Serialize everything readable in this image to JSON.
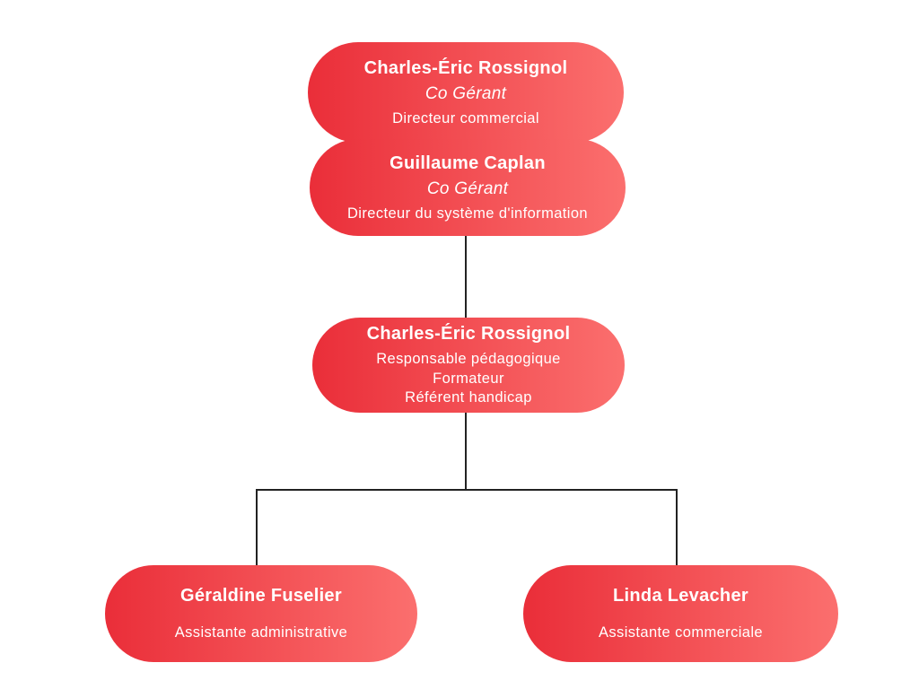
{
  "org_chart": {
    "type": "org-chart",
    "background": "#ffffff",
    "styles": {
      "node_gradient_from": "#ea2e39",
      "node_gradient_to": "#fb6f6e",
      "connector_color": "#222222",
      "text_color": "#ffffff"
    },
    "nodes": [
      {
        "id": "co-gerant-1",
        "name": "Charles-Éric Rossignol",
        "subtitle": "Co Gérant",
        "role": "Directeur commercial"
      },
      {
        "id": "co-gerant-2",
        "name": "Guillaume Caplan",
        "subtitle": "Co Gérant",
        "role": "Directeur du système d'information"
      },
      {
        "id": "responsable-pedagogique",
        "name": "Charles-Éric Rossignol",
        "roles": [
          "Responsable pédagogique",
          "Formateur",
          "Référent handicap"
        ]
      },
      {
        "id": "assistante-administrative",
        "name": "Géraldine Fuselier",
        "role": "Assistante administrative"
      },
      {
        "id": "assistante-commerciale",
        "name": "Linda Levacher",
        "role": "Assistante commerciale"
      }
    ],
    "edges": [
      {
        "from": "co-gerant-2",
        "to": "responsable-pedagogique"
      },
      {
        "from": "responsable-pedagogique",
        "to": "assistante-administrative"
      },
      {
        "from": "responsable-pedagogique",
        "to": "assistante-commerciale"
      }
    ]
  }
}
